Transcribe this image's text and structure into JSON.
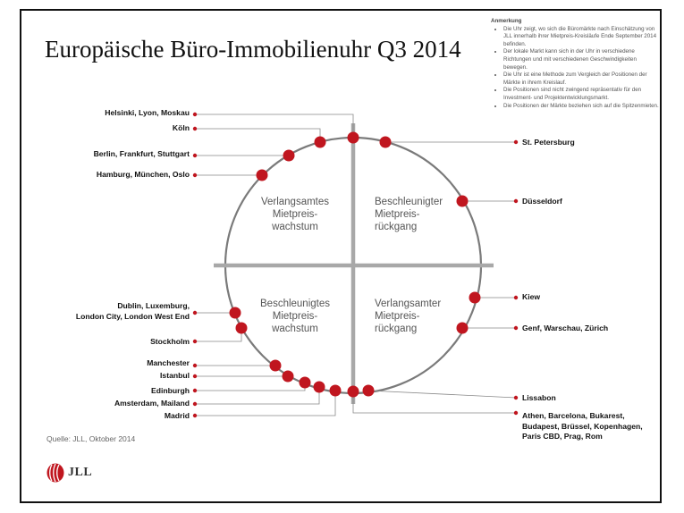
{
  "title": "Europäische Büro-Immobilienuhr Q3 2014",
  "note": {
    "heading": "Anmerkung",
    "items": [
      "Die Uhr zeigt, wo sich die Büromärkte nach Einschätzung von JLL innerhalb ihrer Mietpreis-Kreisläufe Ende September 2014 befinden.",
      "Der lokale Markt kann sich in der Uhr in verschiedene Richtungen und mit verschiedenen Geschwindigkeiten bewegen.",
      "Die Uhr ist eine Methode zum Vergleich der Positionen der Märkte in ihrem Kreislauf.",
      "Die Positionen sind nicht zwingend repräsentativ für den Investment- und Projektentwicklungsmarkt.",
      "Die Positionen der Märkte beziehen sich auf die Spitzenmieten."
    ]
  },
  "quadrants": {
    "top_left": "Verlangsamtes\nMietpreis-\nwachstum",
    "top_right": "Beschleunigter\nMietpreis-\nrückgang",
    "bottom_left": "Beschleunigtes\nMietpreis-\nwachstum",
    "bottom_right": "Verlangsamter\nMietpreis-\nrückgang"
  },
  "markets_left": [
    "Helsinki, Lyon, Moskau",
    "Köln",
    "Berlin, Frankfurt, Stuttgart",
    "Hamburg, München, Oslo",
    "Dublin, Luxemburg,\nLondon City, London West End",
    "Stockholm",
    "Manchester",
    "Istanbul",
    "Edinburgh",
    "Amsterdam, Mailand",
    "Madrid"
  ],
  "markets_right": [
    "St. Petersburg",
    "Düsseldorf",
    "Kiew",
    "Genf, Warschau, Zürich",
    "Lissabon",
    "Athen, Barcelona, Bukarest,\nBudapest, Brüssel, Kopenhagen,\nParis CBD, Prag, Rom"
  ],
  "source": "Quelle: JLL, Oktober 2014",
  "logo": "JLL",
  "colors": {
    "dot": "#c0161f",
    "circle": "#7a7a7a",
    "axis": "#a8a8a8",
    "leader": "#888888"
  }
}
